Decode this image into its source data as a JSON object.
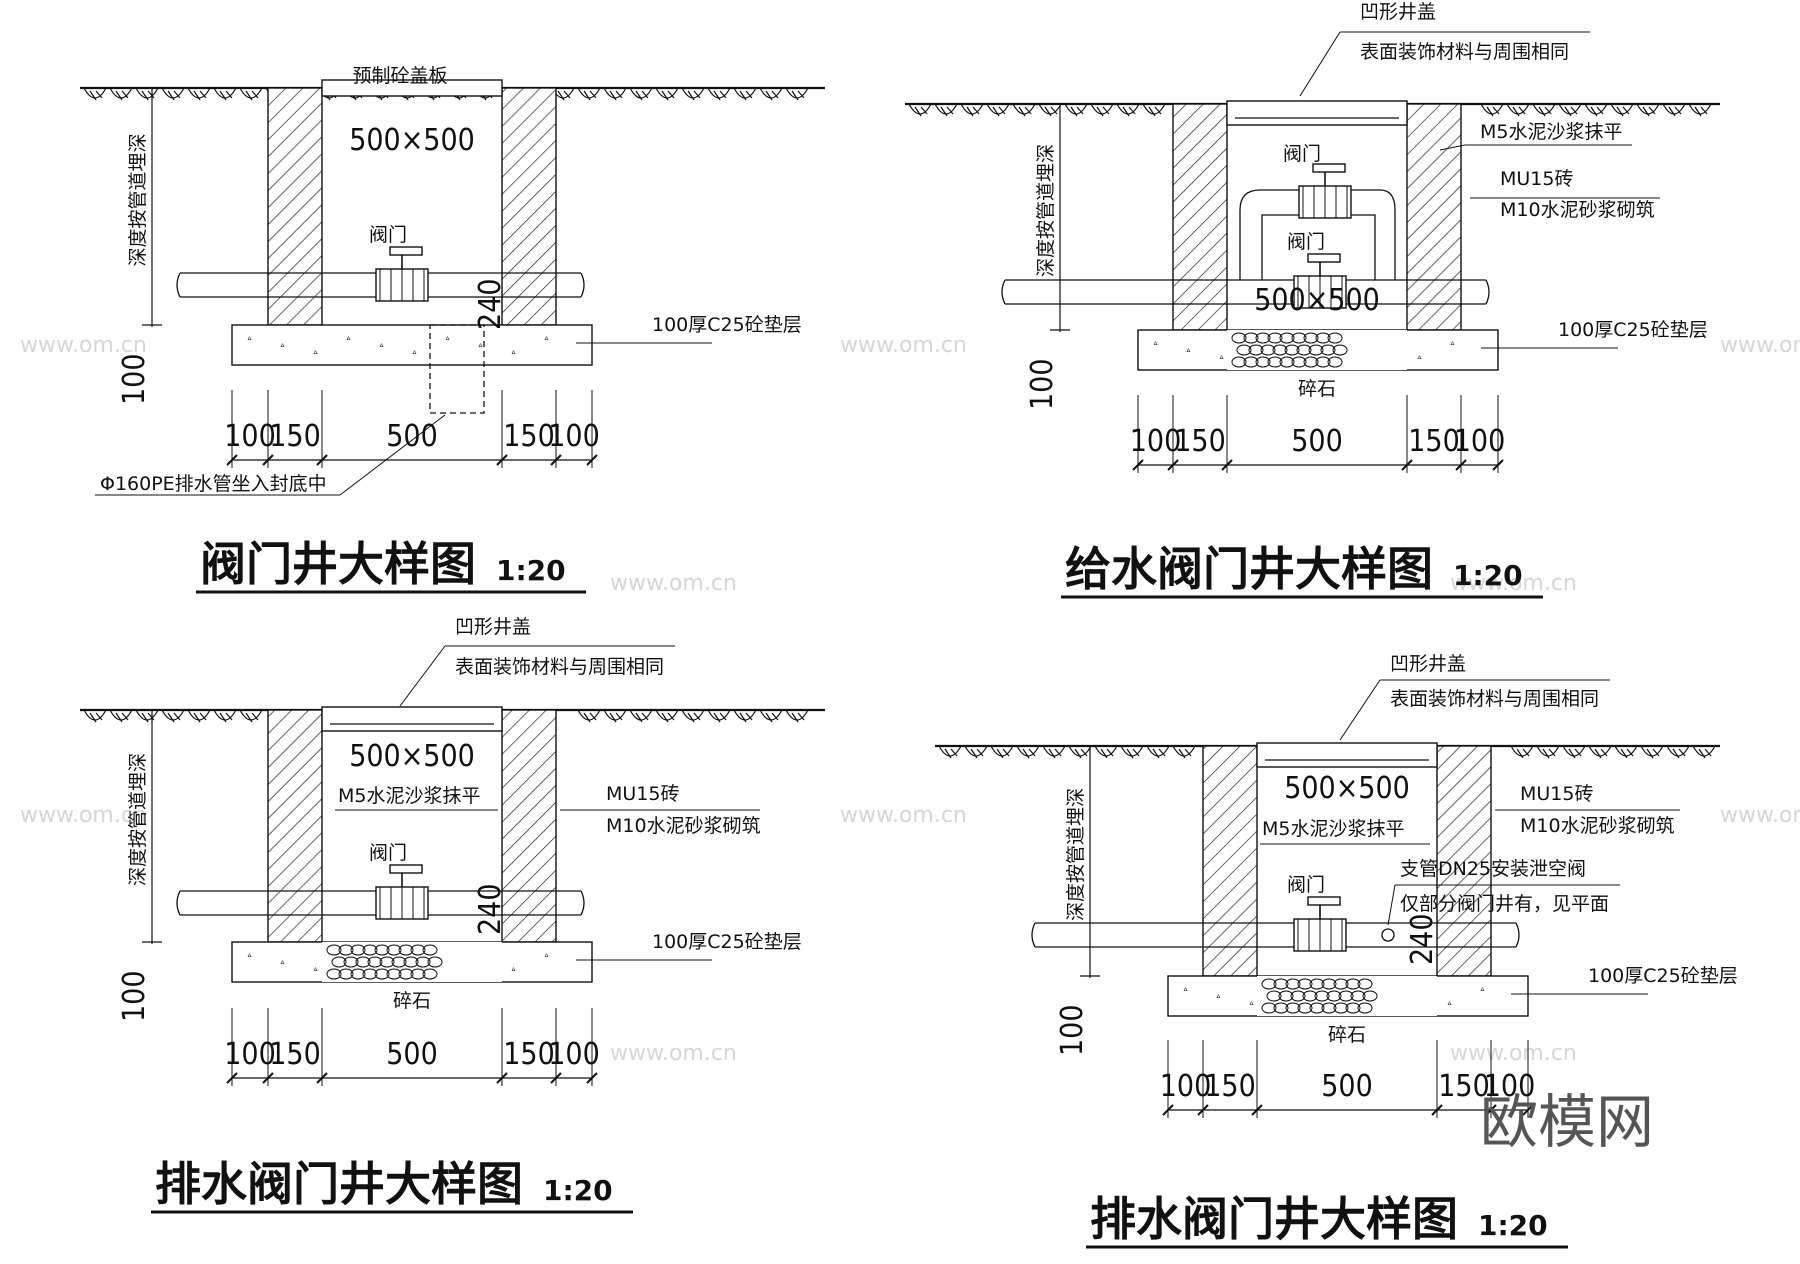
{
  "watermarks": {
    "site": "www.om.cn",
    "brand": "欧模网"
  },
  "panels": [
    {
      "id": "p1",
      "title": "阀门井大样图",
      "scale": "1:20",
      "depth_label": "深度按管道埋深",
      "slab_label": "预制砼盖板",
      "size_label": "500×500",
      "valve_label": "阀门",
      "pad_label": "100厚C25砼垫层",
      "drain_label": "Φ160PE排水管坐入封底中",
      "pipe_cover": "240",
      "pad_thickness": "100",
      "dims": [
        "100",
        "150",
        "500",
        "150",
        "100"
      ]
    },
    {
      "id": "p2",
      "title": "给水阀门井大样图",
      "scale": "1:20",
      "depth_label": "深度按管道埋深",
      "cover_label_1": "凹形井盖",
      "cover_label_2": "表面装饰材料与周围相同",
      "mortar_label": "M5水泥沙浆抹平",
      "valve_label": "阀门",
      "brick_label_1": "MU15砖",
      "brick_label_2": "M10水泥砂浆砌筑",
      "size_label": "500×500",
      "pad_label": "100厚C25砼垫层",
      "gravel_label": "碎石",
      "pad_thickness": "100",
      "dims": [
        "100",
        "150",
        "500",
        "150",
        "100"
      ]
    },
    {
      "id": "p3",
      "title": "排水阀门井大样图",
      "scale": "1:20",
      "depth_label": "深度按管道埋深",
      "cover_label_1": "凹形井盖",
      "cover_label_2": "表面装饰材料与周围相同",
      "size_label": "500×500",
      "mortar_label": "M5水泥沙浆抹平",
      "brick_label_1": "MU15砖",
      "brick_label_2": "M10水泥砂浆砌筑",
      "valve_label": "阀门",
      "pad_label": "100厚C25砼垫层",
      "gravel_label": "碎石",
      "pipe_cover": "240",
      "pad_thickness": "100",
      "dims": [
        "100",
        "150",
        "500",
        "150",
        "100"
      ]
    },
    {
      "id": "p4",
      "title": "排水阀门井大样图",
      "scale": "1:20",
      "depth_label": "深度按管道埋深",
      "cover_label_1": "凹形井盖",
      "cover_label_2": "表面装饰材料与周围相同",
      "size_label": "500×500",
      "mortar_label": "M5水泥沙浆抹平",
      "brick_label_1": "MU15砖",
      "brick_label_2": "M10水泥砂浆砌筑",
      "branch_label_1": "支管DN25安装泄空阀",
      "branch_label_2": "仅部分阀门井有，见平面",
      "valve_label": "阀门",
      "pad_label": "100厚C25砼垫层",
      "gravel_label": "碎石",
      "pipe_cover": "240",
      "pad_thickness": "100",
      "dims": [
        "100",
        "150",
        "500",
        "150",
        "100"
      ]
    }
  ]
}
